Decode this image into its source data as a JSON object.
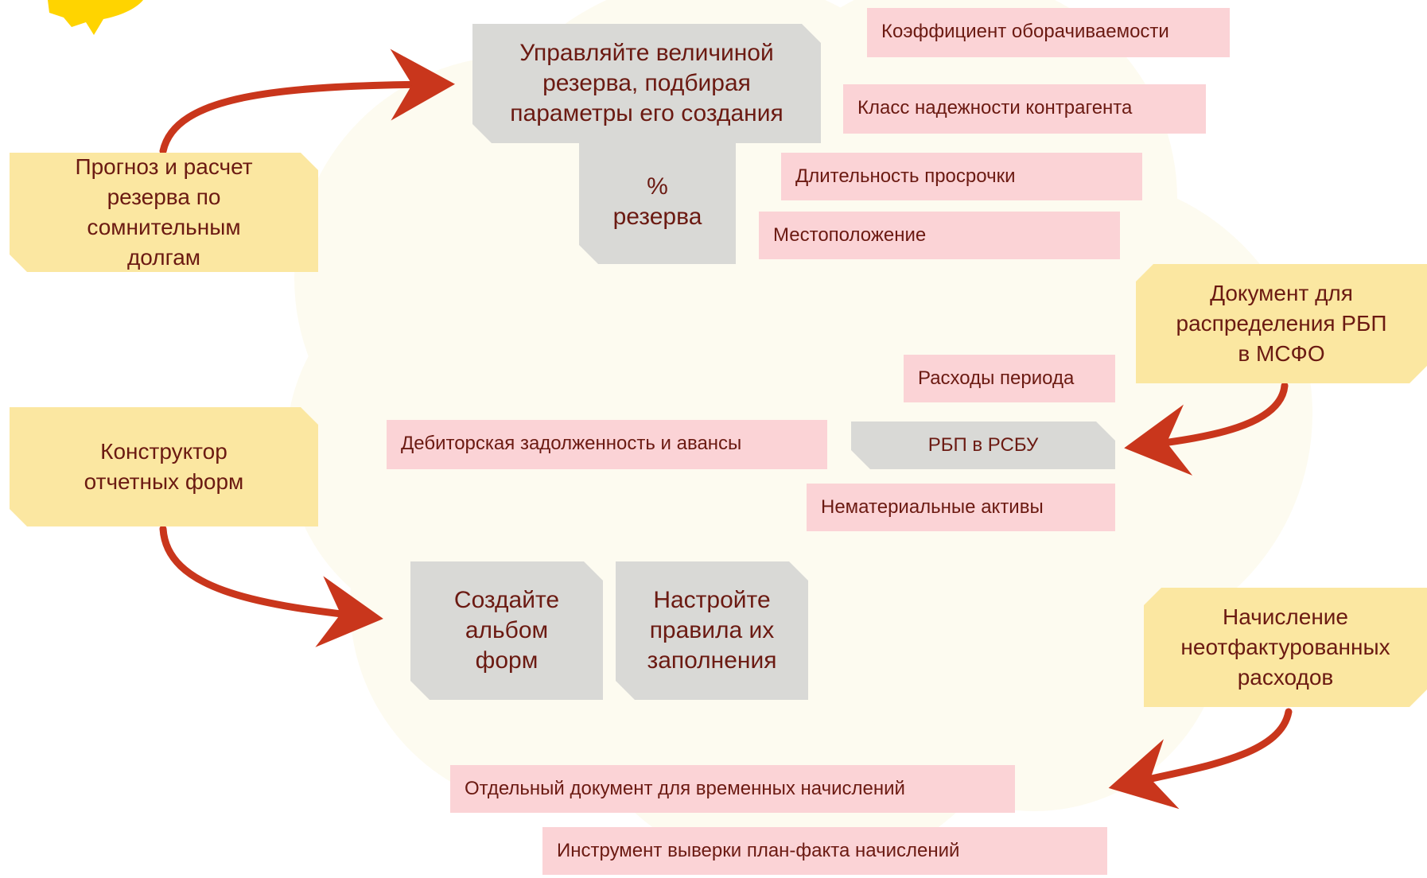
{
  "colors": {
    "yellow_box": "#fbe7a1",
    "grey_box": "#d9d9d6",
    "pink_box": "#fbd3d6",
    "text": "#6b1a12",
    "arrow": "#c9361c",
    "cloud": "#fdfbf0",
    "sun": "#ffd400"
  },
  "left_boxes": {
    "forecast": "Прогноз и расчет\nрезерва по\nсомнительным\nдолгам",
    "constructor": "Конструктор\nотчетных форм"
  },
  "right_boxes": {
    "document_rbp": "Документ для\nраспределения РБП\nв МСФО",
    "accrual": "Начисление\nнеотфактурованных\nрасходов"
  },
  "grey_boxes": {
    "manage_reserve": "Управляйте величиной\nрезерва, подбирая\nпараметры его создания",
    "percent_reserve": "%\nрезерва",
    "create_album": "Создайте\nальбом\nформ",
    "configure_rules": "Настройте\nправила их\nзаполнения",
    "rbp_rsbu": "РБП в РСБУ"
  },
  "pink_labels": {
    "turnover": "Коэффициент оборачиваемости",
    "reliability": "Класс надежности контрагента",
    "duration": "Длительность просрочки",
    "location": "Местоположение",
    "period_expenses": "Расходы периода",
    "receivables": "Дебиторская задолженность и авансы",
    "intangible": "Нематериальные активы",
    "separate_doc": "Отдельный документ для временных начислений",
    "reconcile_tool": "Инструмент выверки план-факта начислений"
  }
}
